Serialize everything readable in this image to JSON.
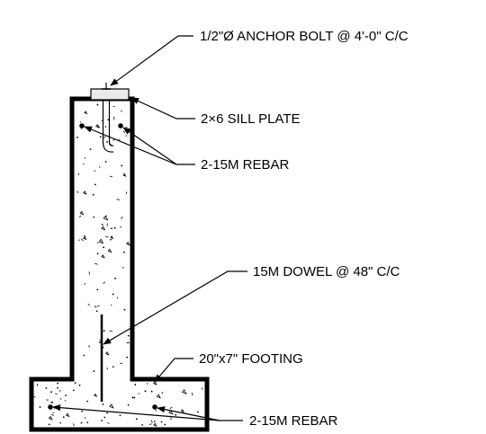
{
  "colors": {
    "line": "#000000",
    "background": "#ffffff",
    "sill_plate": "#ebebeb"
  },
  "labels": {
    "anchor_bolt": "1/2\"Ø ANCHOR BOLT @ 4'-0\" C/C",
    "sill_plate": "2×6 SILL PLATE",
    "wall_rebar": "2-15M REBAR",
    "dowel": "15M DOWEL @ 48\" C/C",
    "footing": "20\"x7\" FOOTING",
    "footing_rebar": "2-15M REBAR"
  }
}
